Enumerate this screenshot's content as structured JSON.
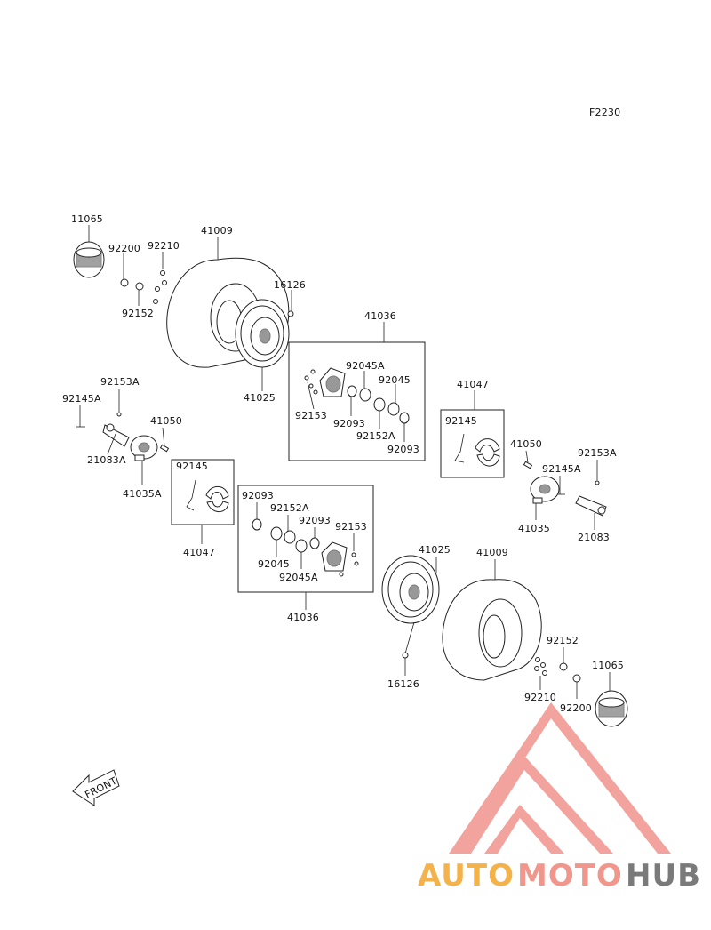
{
  "figure_code": "F2230",
  "front_label": "FRONT",
  "watermark": {
    "auto": "AUTO",
    "moto": "MOTO",
    "hub": "HUB",
    "auto_color": "#f4b24a",
    "moto_color": "#f2958a",
    "hub_color": "#7a7a7a",
    "logo_color": "#f29a93"
  },
  "labels": [
    {
      "id": "p11065a",
      "text": "11065"
    },
    {
      "id": "p92200a",
      "text": "92200"
    },
    {
      "id": "p92210a",
      "text": "92210"
    },
    {
      "id": "p41009a",
      "text": "41009"
    },
    {
      "id": "p92152a",
      "text": "92152"
    },
    {
      "id": "p16126a",
      "text": "16126"
    },
    {
      "id": "p41025a",
      "text": "41025"
    },
    {
      "id": "p41036a",
      "text": "41036"
    },
    {
      "id": "p92045Aa",
      "text": "92045A"
    },
    {
      "id": "p92045a",
      "text": "92045"
    },
    {
      "id": "p92153a",
      "text": "92153"
    },
    {
      "id": "p92093a",
      "text": "92093"
    },
    {
      "id": "p92152Aa",
      "text": "92152A"
    },
    {
      "id": "p92093b",
      "text": "92093"
    },
    {
      "id": "p41047a",
      "text": "41047"
    },
    {
      "id": "p92145a",
      "text": "92145"
    },
    {
      "id": "p92153Aa",
      "text": "92153A"
    },
    {
      "id": "p92145Aa",
      "text": "92145A"
    },
    {
      "id": "p41050a",
      "text": "41050"
    },
    {
      "id": "p21083Aa",
      "text": "21083A"
    },
    {
      "id": "p41035Aa",
      "text": "41035A"
    },
    {
      "id": "p92145b",
      "text": "92145"
    },
    {
      "id": "p41047b",
      "text": "41047"
    },
    {
      "id": "p41050b",
      "text": "41050"
    },
    {
      "id": "p92153Ab",
      "text": "92153A"
    },
    {
      "id": "p92145Ab",
      "text": "92145A"
    },
    {
      "id": "p41035a",
      "text": "41035"
    },
    {
      "id": "p21083a",
      "text": "21083"
    },
    {
      "id": "p92093c",
      "text": "92093"
    },
    {
      "id": "p92152Ab",
      "text": "92152A"
    },
    {
      "id": "p92093d",
      "text": "92093"
    },
    {
      "id": "p92153b",
      "text": "92153"
    },
    {
      "id": "p92045b",
      "text": "92045"
    },
    {
      "id": "p92045Ab",
      "text": "92045A"
    },
    {
      "id": "p41036b",
      "text": "41036"
    },
    {
      "id": "p41025b",
      "text": "41025"
    },
    {
      "id": "p41009b",
      "text": "41009"
    },
    {
      "id": "p16126b",
      "text": "16126"
    },
    {
      "id": "p92152b",
      "text": "92152"
    },
    {
      "id": "p11065b",
      "text": "11065"
    },
    {
      "id": "p92210b",
      "text": "92210"
    },
    {
      "id": "p92200b",
      "text": "92200"
    }
  ]
}
